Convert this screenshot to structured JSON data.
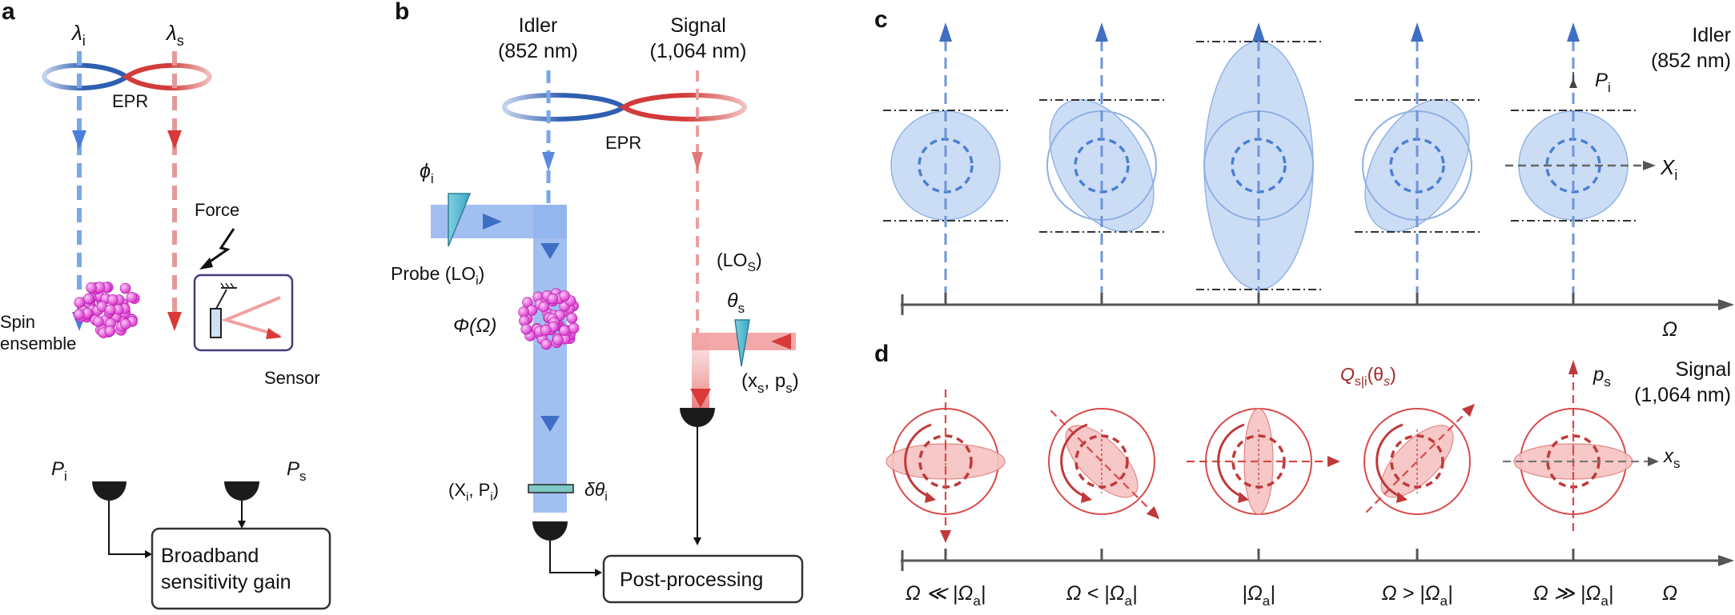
{
  "panels": {
    "a": {
      "letter": "a",
      "lambda_i": "λ",
      "lambda_i_sub": "i",
      "lambda_s": "λ",
      "lambda_s_sub": "s",
      "epr": "EPR",
      "force": "Force",
      "spin_ensemble_1": "Spin",
      "spin_ensemble_2": "ensemble",
      "sensor": "Sensor",
      "p_i": "P",
      "p_i_sub": "i",
      "p_s": "P",
      "p_s_sub": "s",
      "gain_1": "Broadband",
      "gain_2": "sensitivity gain"
    },
    "b": {
      "letter": "b",
      "idler_1": "Idler",
      "idler_2": "(852 nm)",
      "signal_1": "Signal",
      "signal_2": "(1,064 nm)",
      "epr": "EPR",
      "phi_i": "ϕ",
      "phi_i_sub": "i",
      "probe": "Probe (LO",
      "probe_sub": "i",
      "probe_end": ")",
      "lo_s": "(LO",
      "lo_s_sub": "S",
      "lo_s_end": ")",
      "theta_s": "θ",
      "theta_s_sub": "s",
      "Phi": "Φ(Ω)",
      "xs_ps_1": "(x",
      "xs_ps_sub1": "s",
      "xs_ps_2": ", p",
      "xs_ps_sub2": "s",
      "xs_ps_3": ")",
      "Xi_Pi_1": "(X",
      "Xi_Pi_sub1": "i",
      "Xi_Pi_2": ", P",
      "Xi_Pi_sub2": "i",
      "Xi_Pi_3": ")",
      "dtheta": "δθ",
      "dtheta_sub": "i",
      "post": "Post-processing"
    },
    "c": {
      "letter": "c",
      "idler_1": "Idler",
      "idler_2": "(852 nm)",
      "P": "P",
      "P_sub": "i",
      "X": "X",
      "X_sub": "i",
      "omega": "Ω"
    },
    "d": {
      "letter": "d",
      "signal_1": "Signal",
      "signal_2": "(1,064 nm)",
      "p": "p",
      "p_sub": "s",
      "x": "x",
      "x_sub": "s",
      "Q": "Q",
      "Q_sub": "s|i",
      "Q_arg": "(θ",
      "Q_arg_sub": "s",
      "Q_end": ")",
      "ticks": [
        "Ω ≪ |Ω",
        "Ω < |Ω",
        "|Ω",
        "Ω > |Ω",
        "Ω ≫ |Ω"
      ],
      "tick_sub": "a",
      "tick_end": "|",
      "omega": "Ω"
    }
  },
  "colors": {
    "idler_blue": "#3f6fc4",
    "signal_red": "#d03a3a",
    "atoms_magenta": "#e040d8",
    "ellipse_fill_blue": "#c9dcf5",
    "ellipse_fill_red": "#f7c6c6"
  }
}
